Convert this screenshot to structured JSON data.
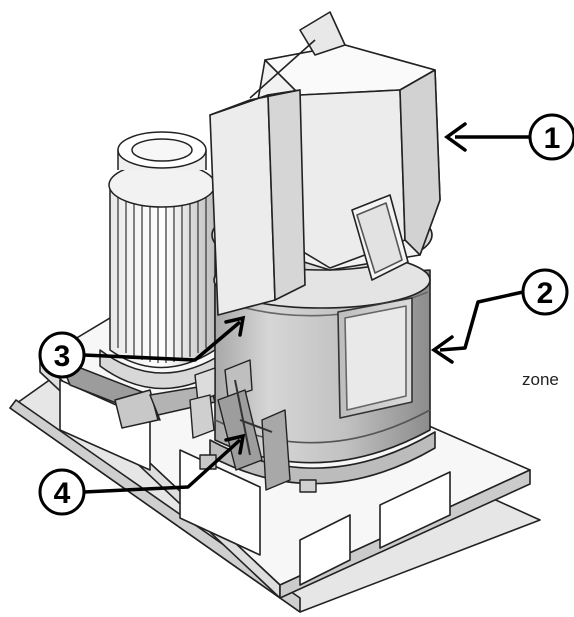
{
  "diagram": {
    "callouts": [
      {
        "number": "1"
      },
      {
        "number": "2"
      },
      {
        "number": "3"
      },
      {
        "number": "4"
      }
    ],
    "side_text": "zone"
  }
}
